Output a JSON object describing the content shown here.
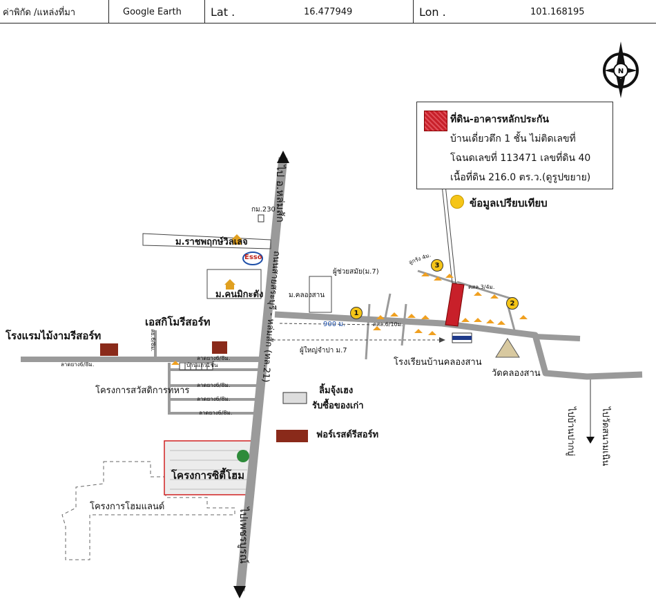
{
  "header": {
    "location_label": "ค่าพิกัด /แหล่งที่มา",
    "source": "Google Earth",
    "lat_label": "Lat .",
    "lat_value": "16.477949",
    "lon_label": "Lon .",
    "lon_value": "101.168195"
  },
  "compass": {
    "label": "N"
  },
  "legend": {
    "line1": "ที่ดิน-อาคารหลักประกัน",
    "line2": "บ้านเดี่ยวตึก 1 ชั้น ไม่ติดเลขที่",
    "line3": "โฉนดเลขที่ 113471 เลขที่ดิน 40",
    "line4": "เนื้อที่ดิน 216.0 ตร.ว.(ดูรูปขยาย)",
    "compare_label": "ข้อมูลเปรียบเทียบ",
    "collateral_color": "#c8202a",
    "compare_color": "#f5c518"
  },
  "labels": {
    "to_lomsak": "ไป อ.หล่มสัก",
    "to_phetchabun": "ไปเพชรบูรณ์",
    "highway": "ถนนสายสระบุรี - หล่มสัก (ทล.21)",
    "km230": "กม.230",
    "ratchaphruek": "ม.ราชพฤกษ์วิลเลจ",
    "esso": "Esso",
    "kanmika": "ม.คนมิกะตัง",
    "khlongsan_village": "ม.คลองสาน",
    "assistant_headman": "ผู้ช่วยสมัย(ม.7)",
    "lukrang": "ลูกรัง 4ม.",
    "kosol_34": "คสล.3/4ม.",
    "kosol_610": "คสล.6/10ม.",
    "distance": "900 ม.",
    "headman": "ผู้ใหญ่จำปา ม.7",
    "school": "โรงเรียนบ้านคลองสาน",
    "temple": "วัดคลองสาน",
    "to_ban_paknu": "ไปบ้านปากบู่",
    "to_wat_sanamnin": "ไปวัดสนามเนิน",
    "hotel_maingam": "โรงแรมไม้งามรีสอร์ท",
    "laterite_left": "ลาดยาง6/8ม.",
    "escimo": "เอสกิโมรีสอร์ท",
    "lane_upper": "ลาดยาง6/8ม.",
    "row_houses": "บ้านแถว1ชั้น",
    "lane_1": "ลาดยาง6/8ม.",
    "lane_2": "ลาดยาง6/8ม.",
    "lane_3": "ลาดยาง6/8ม.",
    "welfare": "โครงการสวัสดิการทหาร",
    "used_goods": "ลิ้มจุ้งเฮง",
    "used_goods2": "รับซื้อของเก่า",
    "forest_resort": "ฟอร์เรสต์รีสอร์ท",
    "city_home": "โครงการซิตี้โฮม",
    "home_land": "โครงการโฮมแลนด์",
    "side_lane": "ลย.6/8ม.",
    "pin1": "1",
    "pin2": "2",
    "pin3": "3"
  }
}
